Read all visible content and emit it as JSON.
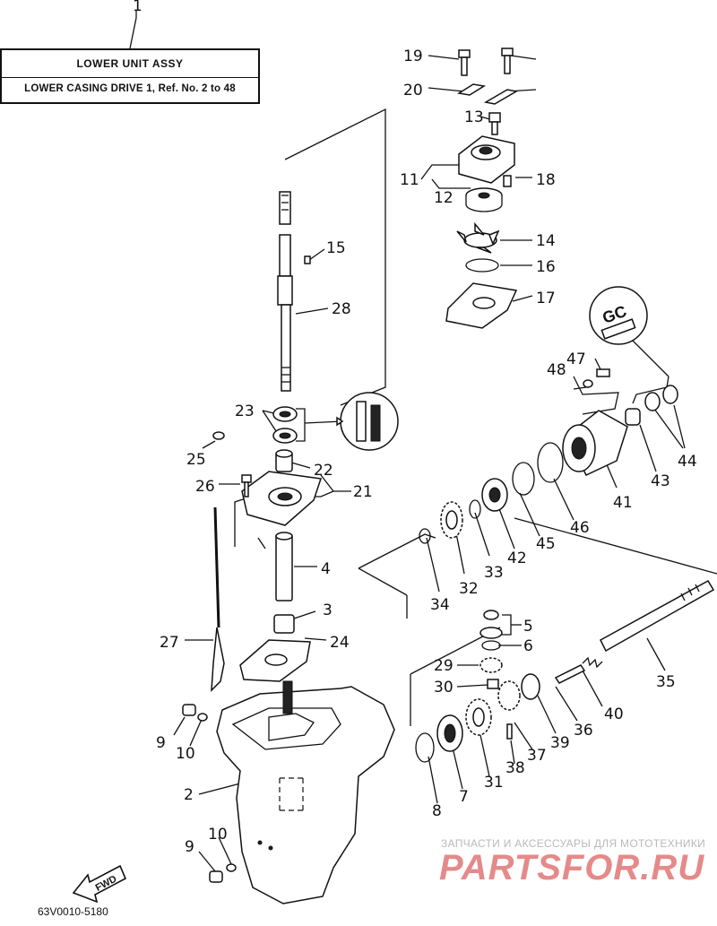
{
  "title_box": {
    "line1": "LOWER UNIT ASSY",
    "line2": "LOWER CASING DRIVE 1, Ref. No. 2 to 48"
  },
  "callout_labels": [
    "1",
    "2",
    "3",
    "4",
    "5",
    "6",
    "7",
    "8",
    "9",
    "10",
    "11",
    "12",
    "13",
    "14",
    "15",
    "16",
    "17",
    "18",
    "19",
    "20",
    "21",
    "22",
    "23",
    "24",
    "25",
    "26",
    "27",
    "28",
    "29",
    "30",
    "31",
    "32",
    "33",
    "34",
    "35",
    "36",
    "37",
    "38",
    "39",
    "40",
    "41",
    "42",
    "43",
    "44",
    "45",
    "46",
    "47",
    "48"
  ],
  "fwd_label": "FWD",
  "gc_label": "GC",
  "diagram_code": "63V0010-5180",
  "watermark": {
    "line1": "ЗАПЧАСТИ И АКСЕССУАРЫ ДЛЯ МОТОТЕХНИКИ",
    "line2": "PARTSFOR.RU"
  },
  "colors": {
    "ink": "#111111",
    "watermark_text": "#b9b9b9",
    "watermark_logo": "#e58a8a"
  }
}
